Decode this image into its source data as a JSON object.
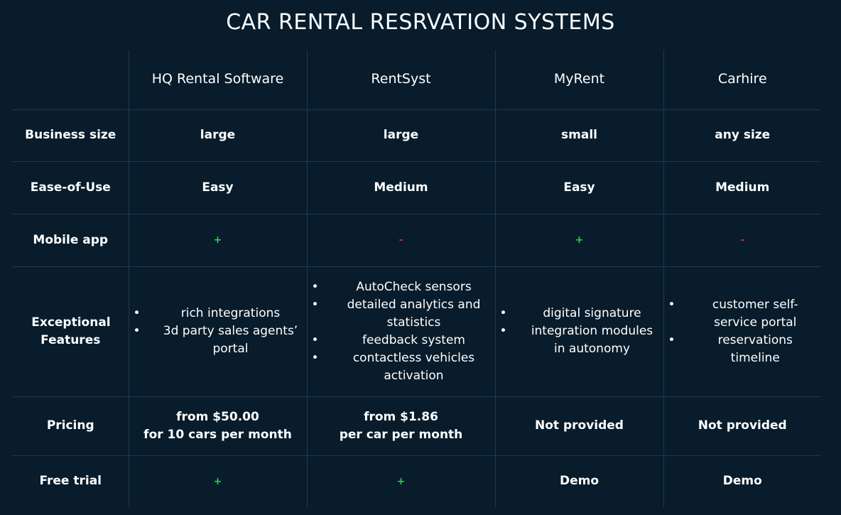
{
  "title": "CAR RENTAL RESRVATION SYSTEMS",
  "columns": [
    "HQ Rental Software",
    "RentSyst",
    "MyRent",
    "Carhire"
  ],
  "rows": {
    "business_size": {
      "label": "Business size",
      "values": [
        "large",
        "large",
        "small",
        "any size"
      ]
    },
    "ease_of_use": {
      "label": "Ease-of-Use",
      "values": [
        "Easy",
        "Medium",
        "Easy",
        "Medium"
      ]
    },
    "mobile_app": {
      "label": "Mobile app",
      "values": [
        "+",
        "-",
        "+",
        "-"
      ]
    },
    "features": {
      "label": "Exceptional Features",
      "values": [
        [
          "rich integrations",
          "3d party sales agents’ portal"
        ],
        [
          "AutoCheck sensors",
          "detailed analytics and statistics",
          "feedback system",
          "contactless vehicles activation"
        ],
        [
          "digital signature",
          "integration modules in autonomy"
        ],
        [
          "customer self-service portal",
          "reservations timeline"
        ]
      ]
    },
    "pricing": {
      "label": "Pricing",
      "values": [
        [
          "from $50.00",
          "for 10 cars per month"
        ],
        [
          "from $1.86",
          "per car per month"
        ],
        [
          "Not provided"
        ],
        [
          "Not provided"
        ]
      ]
    },
    "free_trial": {
      "label": "Free trial",
      "values": [
        "+",
        "+",
        "Demo",
        "Demo"
      ]
    }
  },
  "colors": {
    "background": "#081c2b",
    "easy": "#8dc63f",
    "medium": "#f0b400",
    "plus": "#2ecc55",
    "minus": "#e02424",
    "grid": "#1c3a52"
  }
}
